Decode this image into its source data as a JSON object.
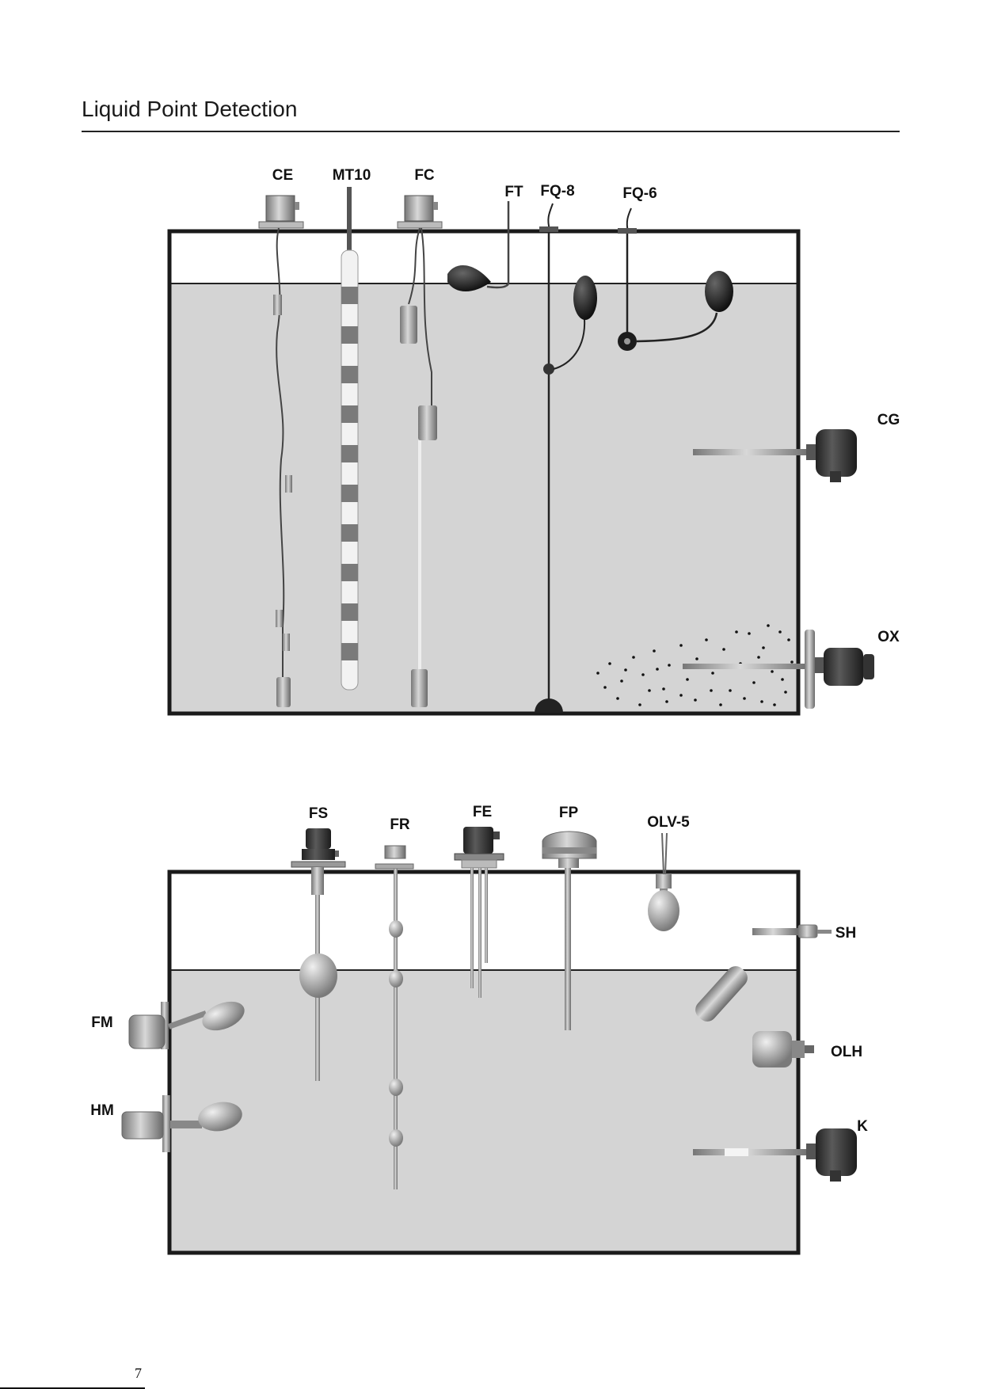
{
  "page": {
    "title": "Liquid Point Detection",
    "number": "7"
  },
  "colors": {
    "liquid": "#d4d4d4",
    "tank_border": "#1a1a1a",
    "device_dark": "#3e3e3e",
    "device_metal": "#a8a8a8"
  },
  "tank_top": {
    "labels": {
      "ce": "CE",
      "mt10": "MT10",
      "fc": "FC",
      "ft": "FT",
      "fq8": "FQ-8",
      "fq6": "FQ-6",
      "cg": "CG",
      "ox": "OX"
    }
  },
  "tank_bottom": {
    "labels": {
      "fs": "FS",
      "fr": "FR",
      "fe": "FE",
      "fp": "FP",
      "olv5": "OLV-5",
      "sh": "SH",
      "fm": "FM",
      "olh": "OLH",
      "hm": "HM",
      "k": "K"
    }
  }
}
